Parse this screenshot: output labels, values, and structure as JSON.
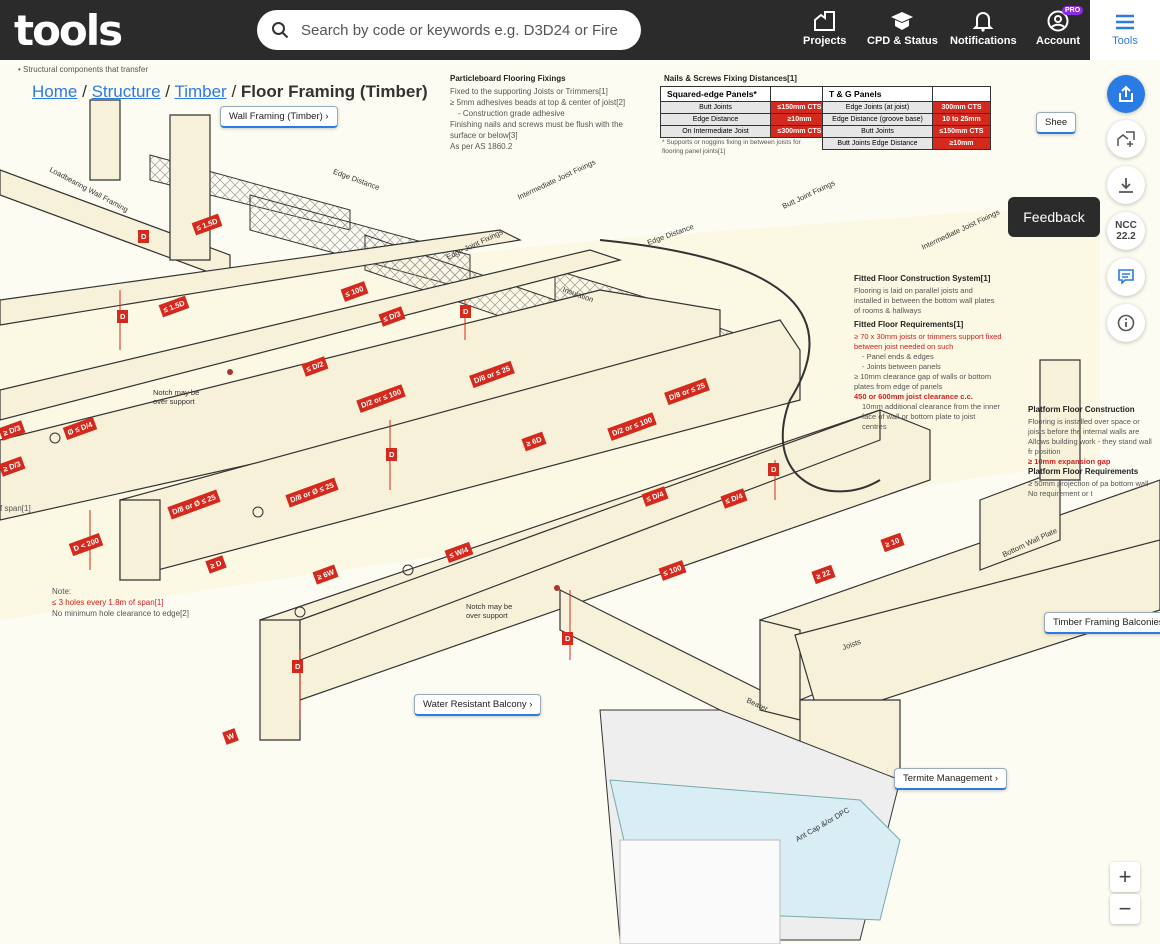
{
  "header": {
    "logo": "tools",
    "search_placeholder": "Search by code or keywords e.g. D3D24 or Fire",
    "nav": [
      {
        "label": "Projects"
      },
      {
        "label": "CPD & Status"
      },
      {
        "label": "Notifications"
      },
      {
        "label": "Account",
        "badge": "PRO"
      }
    ],
    "tools_label": "Tools"
  },
  "breadcrumb": {
    "items": [
      "Home",
      "Structure",
      "Timber"
    ],
    "sep": "/",
    "current": "Floor Framing (Timber)"
  },
  "top_left_note": "Structural components that transfer",
  "particleboard": {
    "title": "Particleboard Flooring Fixings",
    "items": [
      "Fixed to the supporting Joists or Trimmers[1]",
      "≥ 5mm adhesives beads at top & center of joist[2]",
      "- Construction grade adhesive",
      "Finishing nails and screws must be flush with the surface or below[3]",
      "As per AS 1860.2"
    ]
  },
  "nails": {
    "title": "Nails & Screws Fixing Distances[1]",
    "squared": {
      "header": "Squared-edge Panels*",
      "rows": [
        [
          "Butt Joints",
          "≤150mm CTS"
        ],
        [
          "Edge Distance",
          "≥10mm"
        ],
        [
          "On Intermediate Joist",
          "≤300mm CTS"
        ]
      ],
      "footnote": "* Supports or noggins fixing in between joists for flooring panel joints[1]"
    },
    "tg": {
      "header": "T & G Panels",
      "rows": [
        [
          "Edge Joints (at joist)",
          "300mm CTS"
        ],
        [
          "Edge Distance (groove base)",
          "10 to 25mm"
        ],
        [
          "Butt Joints",
          "≤150mm CTS"
        ],
        [
          "Butt Joints Edge Distance",
          "≥10mm"
        ]
      ]
    }
  },
  "fitted": {
    "title1": "Fitted Floor Construction System[1]",
    "item1": "Flooring is laid on parallel joists and installed in between the bottom wall plates of rooms & hallways",
    "title2": "Fitted Floor Requirements[1]",
    "req": [
      "≥ 70 x 30mm joists or trimmers support fixed between joist needed on such",
      "- Panel ends & edges",
      "- Joints between panels",
      "≥ 10mm clearance gap of walls or bottom plates from edge of panels",
      "450 or 600mm joist clearance c.c.",
      "10mm additional clearance from the inner face of wall or bottom plate to joist centres"
    ]
  },
  "platform": {
    "title": "Platform Floor Construction",
    "items": [
      "Flooring is installed over space or joists before the internal walls are",
      "Allows building work - they stand wall fr position",
      "≥ 10mm expansion gap",
      "Platform Floor Requirements",
      "≥ 50mm projection of pa bottom wall",
      "No requirement or t"
    ]
  },
  "hole_note": {
    "title": "Note:",
    "items": [
      "≤ 3 holes every 1.8m of span[1]",
      "No minimum hole clearance to edge[2]"
    ]
  },
  "span_note": "f span[1]",
  "dims": [
    "≤ 1.5D",
    "D",
    "≤ 100",
    "≤ D/3",
    "D",
    "≤ 1.5D",
    "≤ D/2",
    "D/8 or ≤ 25",
    "D/2 or ≤ 100",
    "≥ 6D",
    "D/2 or ≤ 100",
    "D/8 or ≤ 25",
    "≥ D/3",
    "Ø ≤ D/4",
    "≥ D/3",
    "D",
    "D/8 or Ø ≤ 25",
    "D/8 or Ø ≤ 25",
    "D < 200",
    "≥ D",
    "≤ W/4",
    "≥ 6W",
    "D",
    "≤ D/4",
    "≤ D/4",
    "≤ 100",
    "D",
    "≥ 22",
    "≥ 10",
    "W",
    "D",
    "D"
  ],
  "labels": [
    "Loadbearing Wall Framing",
    "Edge Distance",
    "Intermediate Joist Fixings",
    "Edge Joint Fixings",
    "Butt Joint Fixings",
    "Edge Distance",
    "Intermediate Joist Fixings",
    "Insulation",
    "Notch may be over support",
    "Notch may be over support",
    "Bottom Wall Plate",
    "Joists",
    "Bearer",
    "Ant Cap &/or DPC"
  ],
  "callouts": [
    "Wall Framing (Timber)",
    "Water Resistant Balcony",
    "Termite Management",
    "Timber Framing Balconies",
    "Shee"
  ],
  "sidebar": {
    "ncc": "NCC",
    "ncc_version": "22.2",
    "tooltip": "Feedback"
  },
  "zoom": {
    "in": "+",
    "out": "−"
  },
  "colors": {
    "header": "#2b2b2b",
    "accent": "#2a7be4",
    "dim_red": "#d42a1e",
    "timber": "#f6f1d8"
  }
}
